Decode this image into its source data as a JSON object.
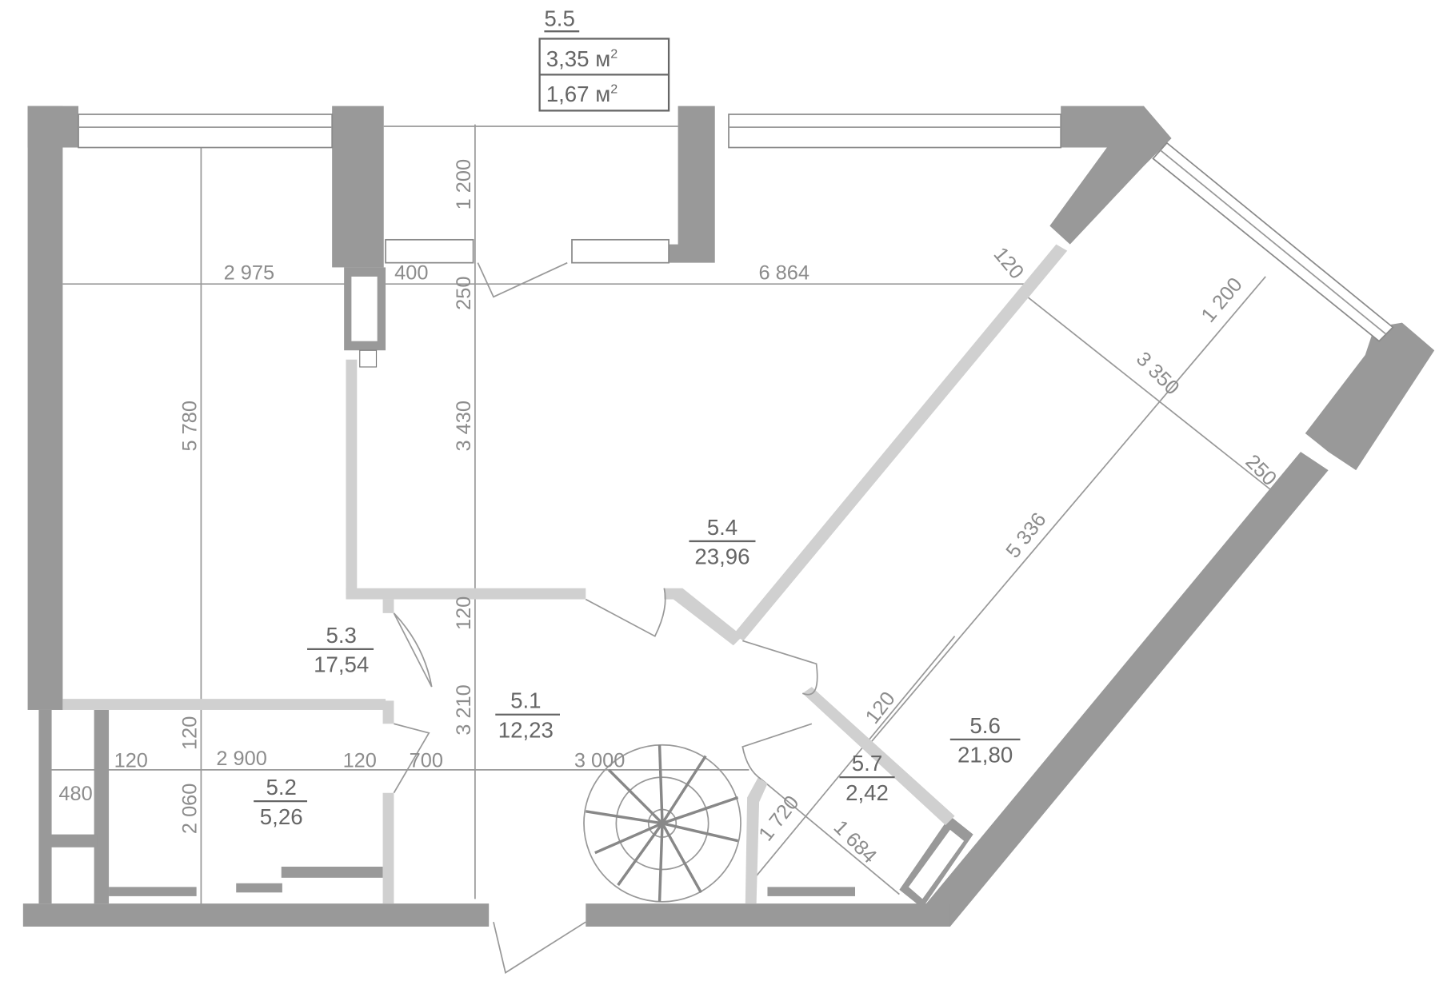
{
  "balcony": {
    "number": "5.5",
    "area_total": "3,35 м",
    "area_reduced": "1,67 м",
    "unit_sup": "2"
  },
  "rooms": [
    {
      "number": "5.1",
      "area": "12,23"
    },
    {
      "number": "5.2",
      "area": "5,26"
    },
    {
      "number": "5.3",
      "area": "17,54"
    },
    {
      "number": "5.4",
      "area": "23,96"
    },
    {
      "number": "5.6",
      "area": "21,80"
    },
    {
      "number": "5.7",
      "area": "2,42"
    }
  ],
  "dimensions": {
    "d2975": "2 975",
    "d400": "400",
    "d6864": "6 864",
    "d1200_top": "1 200",
    "d250_top": "250",
    "d3430": "3 430",
    "d5780": "5 780",
    "d120_mid": "120",
    "d3210": "3 210",
    "d120_left": "120",
    "d2060": "2 060",
    "d120_a": "120",
    "d2900": "2 900",
    "d120_b": "120",
    "d700": "700",
    "d3000": "3 000",
    "d480": "480",
    "d120_diag": "120",
    "d1200_diag": "1 200",
    "d3350": "3 350",
    "d250_diag": "250",
    "d5336": "5 336",
    "d120_diag2": "120",
    "d1720": "1 720",
    "d1684": "1 684"
  }
}
